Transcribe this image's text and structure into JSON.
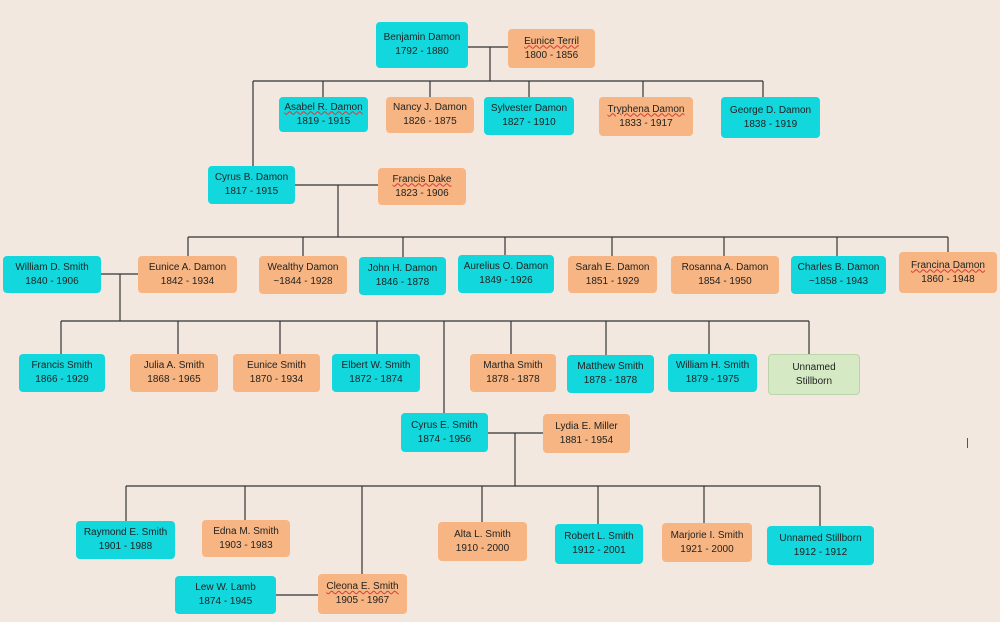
{
  "colors": {
    "male": "#12d7dc",
    "female": "#f6b582",
    "unknown": "#d5eac4",
    "background": "#f3e8df",
    "line": "#333333"
  },
  "people": {
    "benjamin": {
      "name": "Benjamin Damon",
      "dates": "1792 - 1880"
    },
    "eunice_t": {
      "name": "Eunice Terril",
      "dates": "1800 - 1856"
    },
    "asabel": {
      "name": "Asabel R. Damon",
      "dates": "1819 - 1915"
    },
    "nancy": {
      "name": "Nancy J. Damon",
      "dates": "1826 - 1875"
    },
    "sylvester": {
      "name": "Sylvester Damon",
      "dates": "1827 - 1910"
    },
    "tryphena": {
      "name": "Tryphena Damon",
      "dates": "1833 - 1917"
    },
    "george": {
      "name": "George D. Damon",
      "dates": "1838 - 1919"
    },
    "cyrus_b": {
      "name": "Cyrus B. Damon",
      "dates": "1817 - 1915"
    },
    "francis_d": {
      "name": "Francis Dake",
      "dates": "1823 - 1906"
    },
    "william_d": {
      "name": "William D. Smith",
      "dates": "1840 - 1906"
    },
    "eunice_a": {
      "name": "Eunice A. Damon",
      "dates": "1842 - 1934"
    },
    "wealthy": {
      "name": "Wealthy Damon",
      "dates": "~1844 - 1928"
    },
    "john": {
      "name": "John H. Damon",
      "dates": "1846 - 1878"
    },
    "aurelius": {
      "name": "Aurelius O. Damon",
      "dates": "1849 - 1926"
    },
    "sarah": {
      "name": "Sarah E. Damon",
      "dates": "1851 - 1929"
    },
    "rosanna": {
      "name": "Rosanna A. Damon",
      "dates": "1854 - 1950"
    },
    "charles": {
      "name": "Charles B. Damon",
      "dates": "~1858 - 1943"
    },
    "francina": {
      "name": "Francina Damon",
      "dates": "1860 - 1948"
    },
    "francis_s": {
      "name": "Francis Smith",
      "dates": "1866 - 1929"
    },
    "julia": {
      "name": "Julia A. Smith",
      "dates": "1868 - 1965"
    },
    "eunice_s": {
      "name": "Eunice Smith",
      "dates": "1870 - 1934"
    },
    "elbert": {
      "name": "Elbert W. Smith",
      "dates": "1872 - 1874"
    },
    "martha": {
      "name": "Martha Smith",
      "dates": "1878 - 1878"
    },
    "matthew": {
      "name": "Matthew Smith",
      "dates": "1878 - 1878"
    },
    "william_h": {
      "name": "William H. Smith",
      "dates": "1879 - 1975"
    },
    "unnamed1": {
      "name": "Unnamed",
      "dates": "Stillborn"
    },
    "cyrus_e": {
      "name": "Cyrus E. Smith",
      "dates": "1874 - 1956"
    },
    "lydia": {
      "name": "Lydia E. Miller",
      "dates": "1881 - 1954"
    },
    "raymond": {
      "name": "Raymond E. Smith",
      "dates": "1901 - 1988"
    },
    "edna": {
      "name": "Edna M. Smith",
      "dates": "1903 - 1983"
    },
    "alta": {
      "name": "Alta L. Smith",
      "dates": "1910 - 2000"
    },
    "robert": {
      "name": "Robert L. Smith",
      "dates": "1912 - 2001"
    },
    "marjorie": {
      "name": "Marjorie I. Smith",
      "dates": "1921 - 2000"
    },
    "unnamed2": {
      "name": "Unnamed Stillborn",
      "dates": "1912 - 1912"
    },
    "lew": {
      "name": "Lew W. Lamb",
      "dates": "1874 - 1945"
    },
    "cleona": {
      "name": "Cleona E. Smith",
      "dates": "1905 - 1967"
    }
  }
}
